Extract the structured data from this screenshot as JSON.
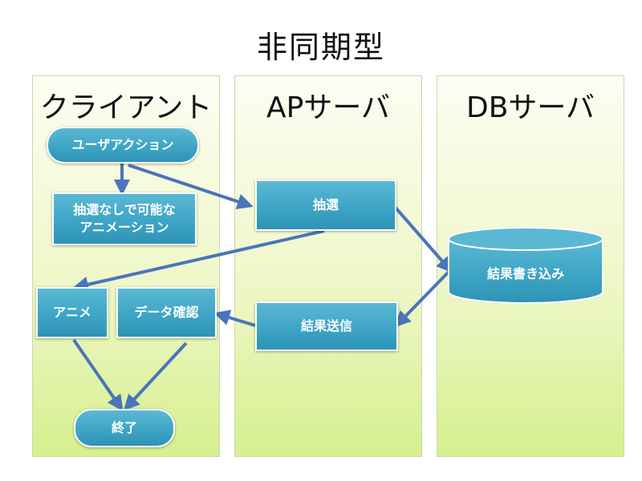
{
  "title": "非同期型",
  "lanes": {
    "client": "クライアント",
    "ap": "APサーバ",
    "db": "DBサーバ"
  },
  "nodes": {
    "user_action": "ユーザアクション",
    "client_anim": "抽選なしで可能な\nアニメーション",
    "lottery": "抽選",
    "write_result": "結果書き込み",
    "send_result": "結果送信",
    "anime": "アニメ",
    "data_check": "データ確認",
    "end": "終了"
  },
  "colors": {
    "node_fill": "#3ea5c6",
    "arrow": "#4a74bb",
    "lane_top": "#fdfdf3",
    "lane_bottom": "#d6ef8e"
  }
}
